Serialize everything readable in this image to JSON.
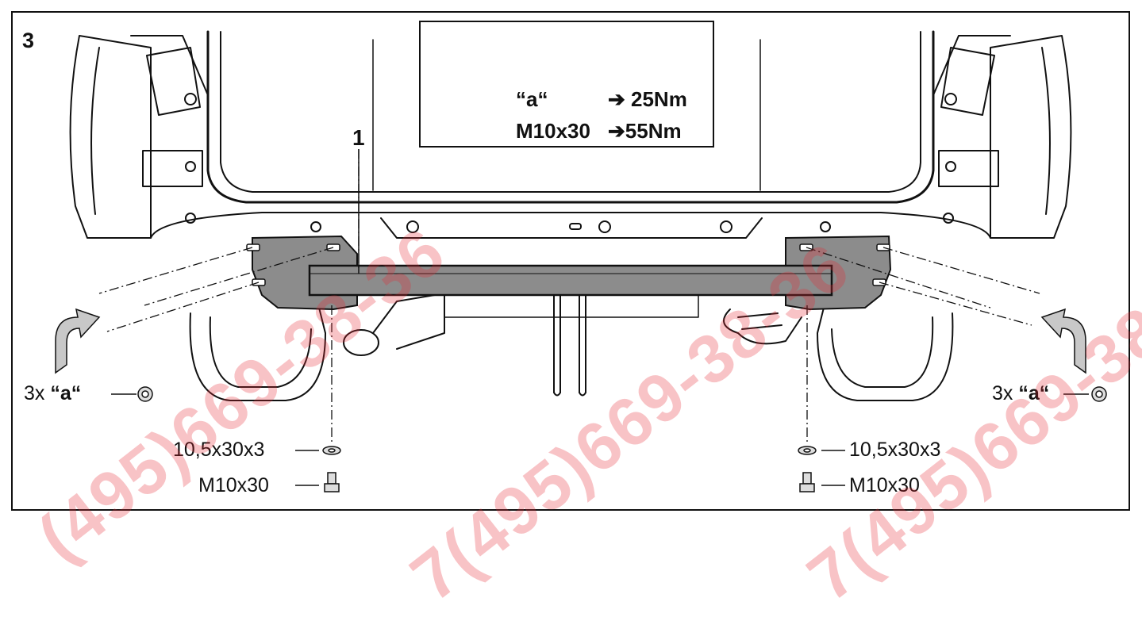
{
  "figure": {
    "step_number": "3",
    "part_callout": "1",
    "torque": {
      "nut_label": "“a“",
      "nut_value": "➔ 25Nm",
      "bolt_label": "M10x30",
      "bolt_value": "➔55Nm"
    },
    "left": {
      "nut_count": "3x",
      "nut_label": "“a“",
      "washer": "10,5x30x3",
      "bolt": "M10x30"
    },
    "right": {
      "nut_count": "3x",
      "nut_label": "“a“",
      "washer": "10,5x30x3",
      "bolt": "M10x30"
    },
    "watermark": "(495)669-38-36",
    "watermark_partial": "7(495)669-38-36"
  },
  "colors": {
    "line": "#111111",
    "bar_fill": "#8c8c8c",
    "bracket_fill": "#8c8c8c",
    "arrow_fill": "#c8c8c8",
    "watermark": "#e62832"
  }
}
